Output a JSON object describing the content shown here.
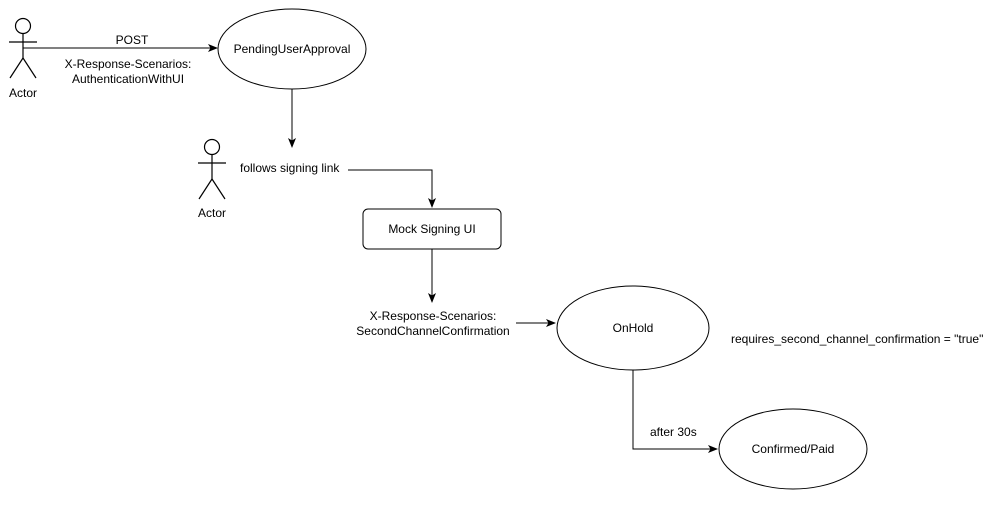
{
  "actors": [
    {
      "label": "Actor"
    },
    {
      "label": "Actor"
    }
  ],
  "nodes": {
    "pending_user_approval": "PendingUserApproval",
    "mock_signing_ui": "Mock Signing UI",
    "on_hold": "OnHold",
    "confirmed_paid": "Confirmed/Paid"
  },
  "edge_labels": {
    "post": "POST",
    "scenario_auth_1": "X-Response-Scenarios:",
    "scenario_auth_2": "AuthenticationWithUI",
    "follows_signing_link": "follows signing link",
    "scenario_second_1": "X-Response-Scenarios:",
    "scenario_second_2": "SecondChannelConfirmation",
    "after_30s": "after 30s"
  },
  "notes": {
    "requires_second_channel": "requires_second_channel_confirmation = \"true\""
  },
  "colors": {
    "stroke": "#000000",
    "fill": "#ffffff",
    "text": "#000000"
  }
}
